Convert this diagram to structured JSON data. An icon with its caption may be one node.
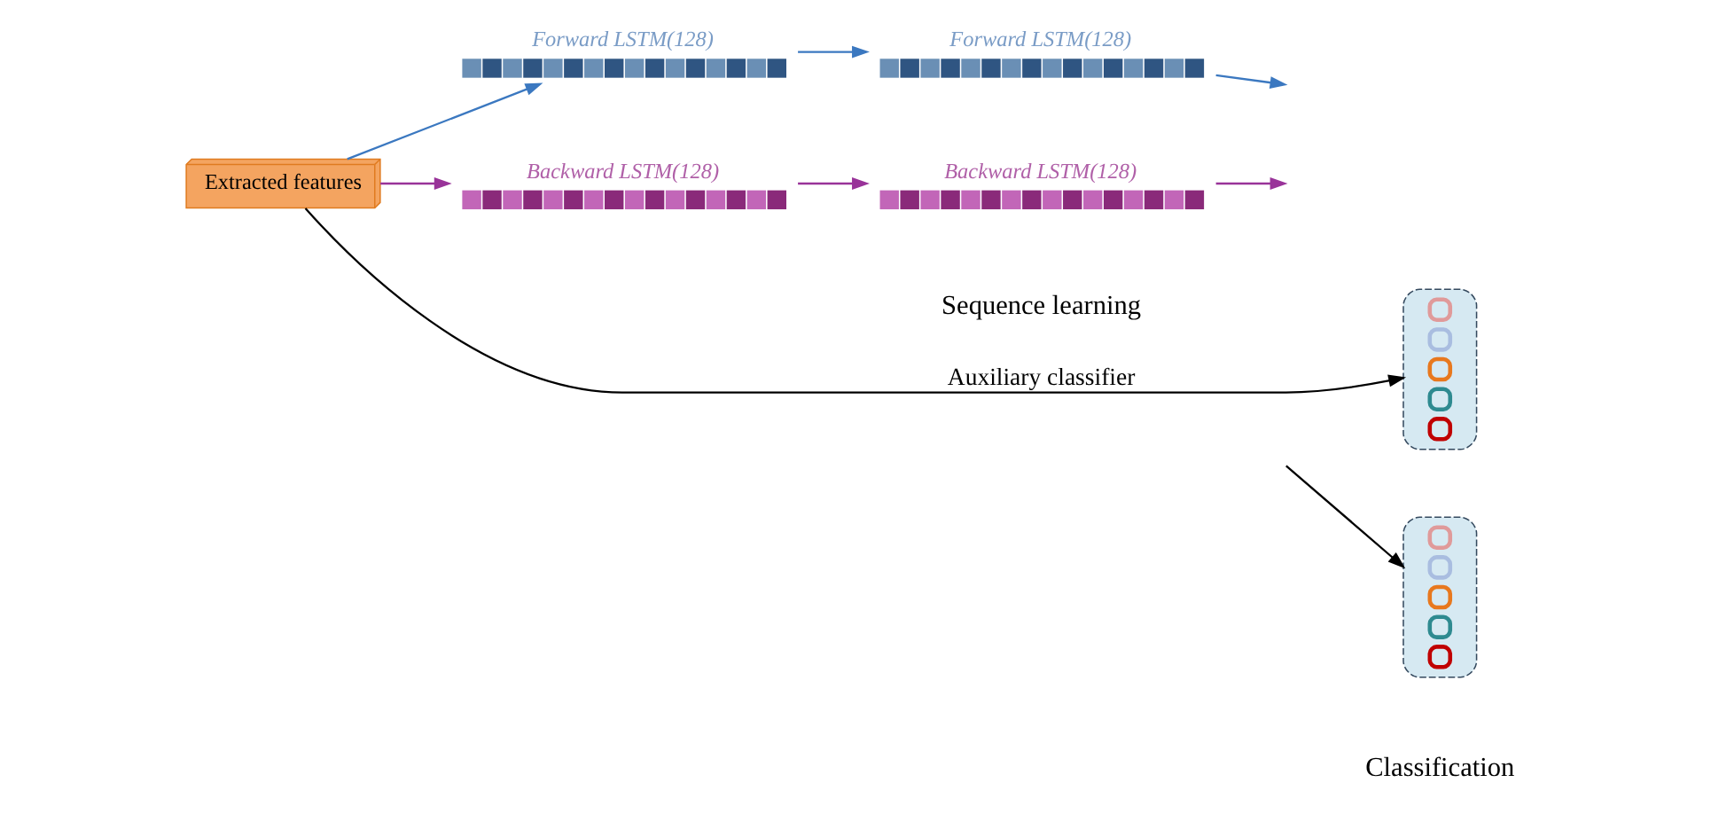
{
  "diagram": {
    "nodes": [
      {
        "text": [
          "Extracted features"
        ]
      },
      {
        "text": [
          "Forward LSTM(128)"
        ]
      },
      {
        "text": [
          "Backward LSTM(128)"
        ]
      },
      {
        "text": [
          "Forward LSTM(128)"
        ]
      },
      {
        "text": [
          "Backward LSTM(128)"
        ]
      },
      {
        "text": [],
        "shape": "bar"
      },
      {
        "text": [],
        "shape": "bar"
      }
    ],
    "edges": [
      {
        "from": 0,
        "to": 5,
        "arrow": "to",
        "label": "Auxiliary classifier",
        "color": "#000000"
      },
      {
        "from": 0,
        "to": 1,
        "arrow": "to",
        "color": "#3b78c0"
      },
      {
        "from": 0,
        "to": 2,
        "arrow": "to",
        "color": "#993399"
      },
      {
        "from": 1,
        "to": 3,
        "arrow": "to",
        "color": "#3b78c0"
      },
      {
        "from": 2,
        "to": 4,
        "arrow": "to",
        "color": "#993399"
      },
      {
        "from": 3,
        "to": null,
        "arrow": "to",
        "color": "#3b78c0"
      },
      {
        "from": 4,
        "to": null,
        "arrow": "to",
        "color": "#993399"
      },
      {
        "from": null,
        "to": 6,
        "arrow": "to",
        "color": "#000000"
      }
    ],
    "labels": [
      "Sequence learning",
      "Classification"
    ]
  }
}
